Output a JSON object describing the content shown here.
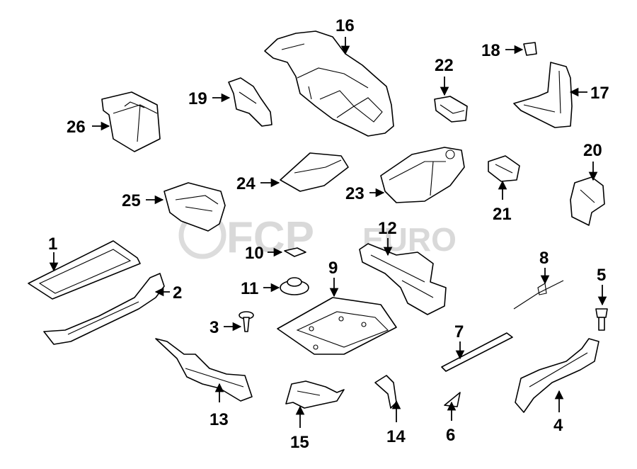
{
  "watermark": {
    "brand": "FCP",
    "suffix": "EURO"
  },
  "callouts": [
    {
      "id": "1",
      "label": "1"
    },
    {
      "id": "2",
      "label": "2"
    },
    {
      "id": "3",
      "label": "3"
    },
    {
      "id": "4",
      "label": "4"
    },
    {
      "id": "5",
      "label": "5"
    },
    {
      "id": "6",
      "label": "6"
    },
    {
      "id": "7",
      "label": "7"
    },
    {
      "id": "8",
      "label": "8"
    },
    {
      "id": "9",
      "label": "9"
    },
    {
      "id": "10",
      "label": "10"
    },
    {
      "id": "11",
      "label": "11"
    },
    {
      "id": "12",
      "label": "12"
    },
    {
      "id": "13",
      "label": "13"
    },
    {
      "id": "14",
      "label": "14"
    },
    {
      "id": "15",
      "label": "15"
    },
    {
      "id": "16",
      "label": "16"
    },
    {
      "id": "17",
      "label": "17"
    },
    {
      "id": "18",
      "label": "18"
    },
    {
      "id": "19",
      "label": "19"
    },
    {
      "id": "20",
      "label": "20"
    },
    {
      "id": "21",
      "label": "21"
    },
    {
      "id": "22",
      "label": "22"
    },
    {
      "id": "23",
      "label": "23"
    },
    {
      "id": "24",
      "label": "24"
    },
    {
      "id": "25",
      "label": "25"
    },
    {
      "id": "26",
      "label": "26"
    }
  ]
}
